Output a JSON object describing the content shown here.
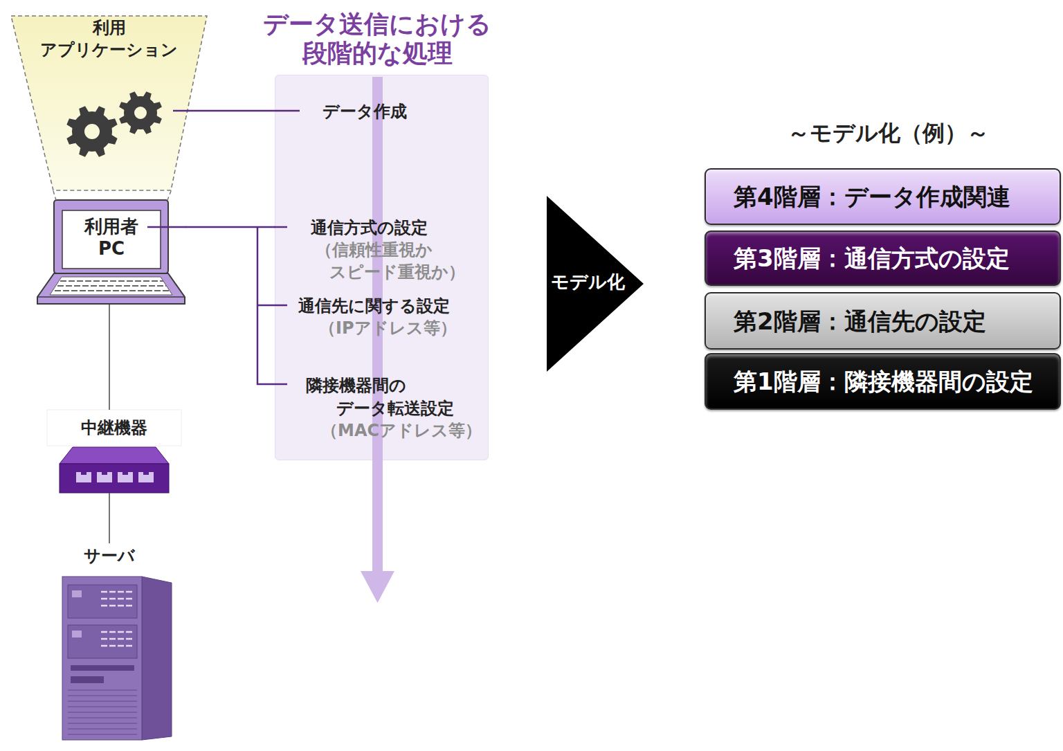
{
  "diagram": {
    "nodes": [
      {
        "text": [
          "利用 アプリケーション"
        ]
      },
      {
        "text": [
          "利用者 PC"
        ]
      },
      {
        "text": [
          "データ送信における 段階的な処理",
          "データ作成",
          "通信方式の設定",
          "（信頼性重視か スピード重視か）",
          "通信先に関する設定",
          "（IPアドレス等）",
          "隣接機器間の データ転送設定",
          "（MACアドレス等）"
        ]
      },
      {
        "text": [
          "中継機器"
        ]
      },
      {
        "text": [
          "サーバ"
        ]
      },
      {
        "text": [
          "モデル化"
        ]
      },
      {
        "text": [
          "第4階層：データ作成関連"
        ]
      },
      {
        "text": [
          "第3階層：通信方式の設定"
        ]
      },
      {
        "text": [
          "第2階層：通信先の設定"
        ]
      },
      {
        "text": [
          "第1階層：隣接機器間の設定"
        ]
      }
    ],
    "edges": [
      {
        "from": 0,
        "to": 2,
        "arrow": "none"
      },
      {
        "from": 1,
        "to": 2,
        "arrow": "none"
      },
      {
        "from": 1,
        "to": 3,
        "arrow": "none"
      },
      {
        "from": 3,
        "to": 4,
        "arrow": "none"
      }
    ],
    "labels": [
      "～モデル化（例）～"
    ]
  }
}
